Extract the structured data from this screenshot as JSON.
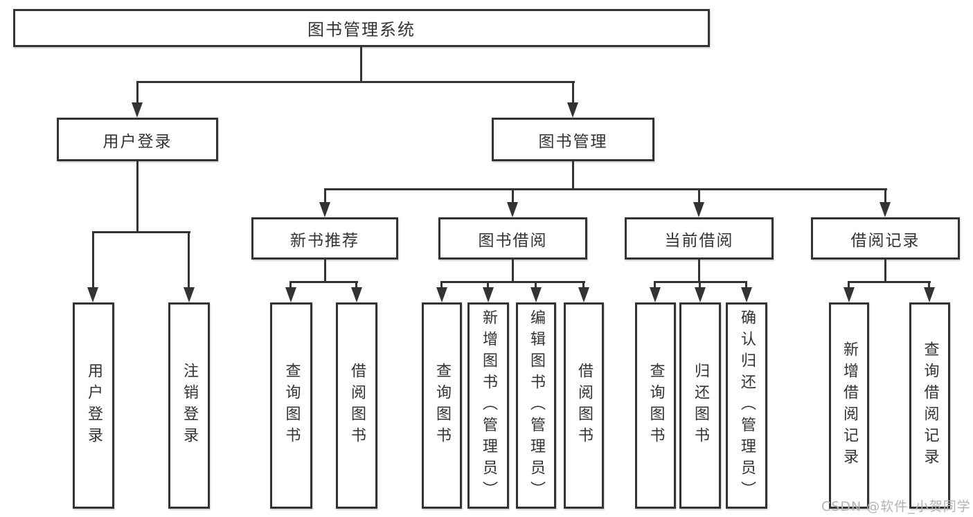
{
  "diagram": {
    "root": {
      "label": "图书管理系统"
    },
    "level1": [
      {
        "label": "用户登录"
      },
      {
        "label": "图书管理"
      }
    ],
    "level2": [
      {
        "label": "新书推荐"
      },
      {
        "label": "图书借阅"
      },
      {
        "label": "当前借阅"
      },
      {
        "label": "借阅记录"
      }
    ],
    "leaves": [
      {
        "label": "用户登录"
      },
      {
        "label": "注销登录"
      },
      {
        "label": "查询图书"
      },
      {
        "label": "借阅图书"
      },
      {
        "label": "查询图书"
      },
      {
        "label": "新增图书（管理员）"
      },
      {
        "label": "编辑图书（管理员）"
      },
      {
        "label": "借阅图书"
      },
      {
        "label": "查询图书"
      },
      {
        "label": "归还图书"
      },
      {
        "label": "确认归还（管理员）"
      },
      {
        "label": "新增借阅记录"
      },
      {
        "label": "查询借阅记录"
      }
    ]
  },
  "watermark": {
    "text": "CSDN @软件_小贺同学",
    "color": "#b3b3b3"
  },
  "colors": {
    "line": "#333333",
    "box_border": "#333333",
    "text": "#333333",
    "background": "#ffffff"
  }
}
